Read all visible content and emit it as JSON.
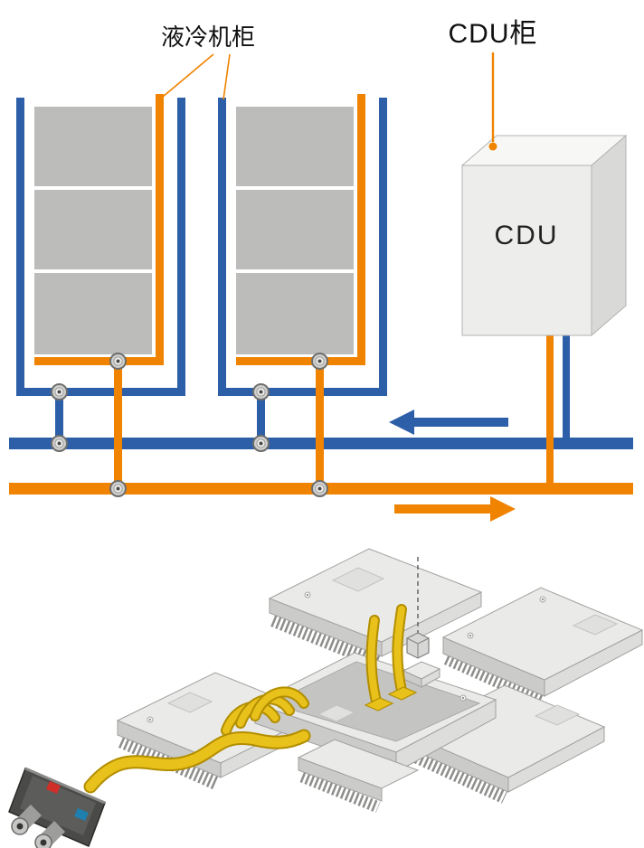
{
  "schematic": {
    "labels": {
      "liquid_cooling_cabinet": "液冷机柜",
      "cdu_cabinet": "CDU柜",
      "cdu_unit": "CDU"
    },
    "cabinet_count": 2,
    "server_slots_per_cabinet": 3,
    "valve_count": 8,
    "flow_arrows": {
      "cold_supply_direction": "left",
      "hot_return_direction": "right"
    }
  },
  "colors": {
    "cold-pipe": "#2d5fa8",
    "hot-pipe": "#f08300",
    "server-gray": "#bcbcba",
    "cdu-front": "#ededeb",
    "cdu-top": "#f7f7f5",
    "cdu-side": "#d9d9d7",
    "module-top": "#eaeae8",
    "module-side": "#cbcbc9",
    "fin-gray": "#8d8d8b",
    "outline-gray": "#a0a09e",
    "hose-yellow": "#e9c11b",
    "connector-red": "#cf2f28",
    "connector-blue": "#1f7fae"
  }
}
